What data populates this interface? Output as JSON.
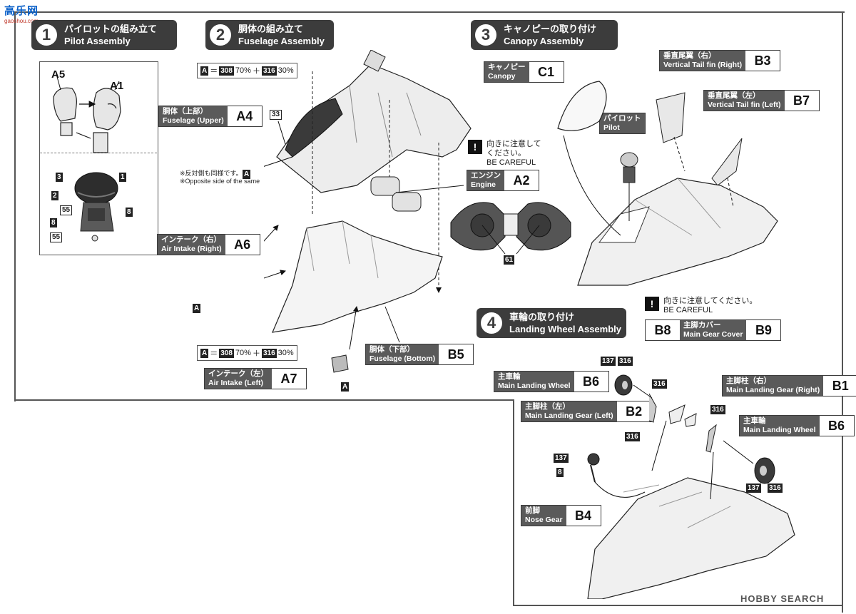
{
  "site_logo": "高乐网",
  "site_url": "gaoshou.com",
  "watermark": "HOBBY SEARCH",
  "steps": [
    {
      "num": "1",
      "jp": "パイロットの組み立て",
      "en": "Pilot Assembly"
    },
    {
      "num": "2",
      "jp": "胴体の組み立て",
      "en": "Fuselage Assembly"
    },
    {
      "num": "3",
      "jp": "キャノピーの取り付け",
      "en": "Canopy Assembly"
    },
    {
      "num": "4",
      "jp": "車輪の取り付け",
      "en": "Landing Wheel Assembly"
    }
  ],
  "pilot": {
    "parts": [
      "A5",
      "A1"
    ],
    "codes": [
      "3",
      "1",
      "2",
      "55",
      "8",
      "8",
      "55"
    ]
  },
  "paint_mix": {
    "letter": "A",
    "eq": "＝",
    "c1": "308",
    "p1": "70%",
    "plus": "＋",
    "c2": "316",
    "p2": "30%"
  },
  "labels": {
    "fuselage_upper": {
      "jp": "胴体（上部）",
      "en": "Fuselage (Upper)",
      "code": "A4"
    },
    "air_intake_right": {
      "jp": "インテーク（右）",
      "en": "Air Intake (Right)",
      "code": "A6"
    },
    "air_intake_left": {
      "jp": "インテーク（左）",
      "en": "Air Intake (Left)",
      "code": "A7"
    },
    "fuselage_bottom": {
      "jp": "胴体（下部）",
      "en": "Fuselage (Bottom)",
      "code": "B5"
    },
    "engine": {
      "jp": "エンジン",
      "en": "Engine",
      "code": "A2"
    },
    "canopy": {
      "jp": "キャノピー",
      "en": "Canopy",
      "code": "C1"
    },
    "pilot": {
      "jp": "パイロット",
      "en": "Pilot"
    },
    "vtail_right": {
      "jp": "垂直尾翼（右）",
      "en": "Vertical Tail fin (Right)",
      "code": "B3"
    },
    "vtail_left": {
      "jp": "垂直尾翼（左）",
      "en": "Vertical Tail fin (Left)",
      "code": "B7"
    },
    "main_gear_cover": {
      "jp": "主脚カバー",
      "en": "Main Gear Cover",
      "code_left": "B8",
      "code_right": "B9"
    },
    "main_wheel_left": {
      "jp": "主車輪",
      "en": "Main Landing Wheel",
      "code": "B6"
    },
    "main_wheel_right": {
      "jp": "主車輪",
      "en": "Main Landing Wheel",
      "code": "B6"
    },
    "main_gear_right": {
      "jp": "主脚柱（右）",
      "en": "Main Landing Gear (Right)",
      "code": "B1"
    },
    "main_gear_left": {
      "jp": "主脚柱（左）",
      "en": "Main Landing Gear (Left)",
      "code": "B2"
    },
    "nose_gear": {
      "jp": "前脚",
      "en": "Nose Gear",
      "code": "B4"
    }
  },
  "notes": {
    "opposite_jp": "※反対側も同様です。",
    "opposite_en": "※Opposite side of the same",
    "careful_jp1": "向きに注意して",
    "careful_jp2": "ください。",
    "careful_jp_full": "向きに注意してください。",
    "careful_en": "BE CAREFUL"
  },
  "codes": {
    "c33": "33",
    "a": "A",
    "c61": "61",
    "c137": "137",
    "c316": "316",
    "c8": "8"
  }
}
